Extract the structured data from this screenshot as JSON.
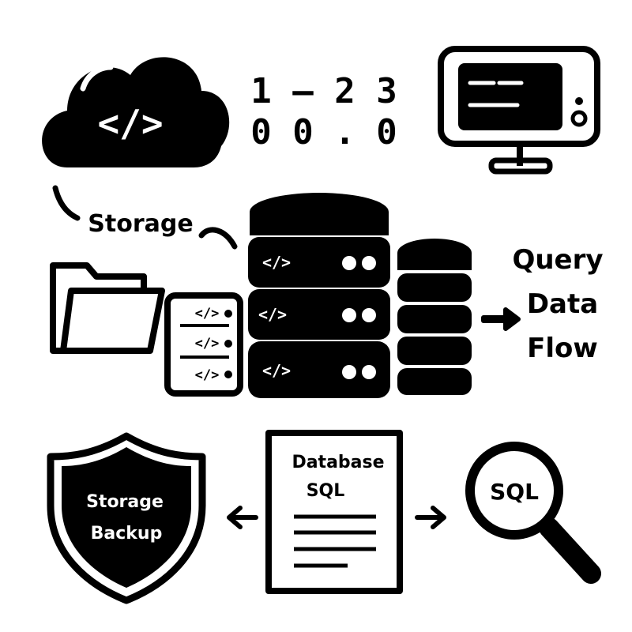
{
  "cloud": {
    "code_glyph": "</>"
  },
  "numbers": {
    "row1": "1 – 2 3",
    "row2": "0 0 . 0"
  },
  "labels": {
    "storage": "Storage",
    "query": "Query",
    "data": "Data",
    "flow": "Flow"
  },
  "server": {
    "code_glyph": "</>"
  },
  "shield": {
    "line1": "Storage",
    "line2": "Backup"
  },
  "document": {
    "line1": "Database",
    "line2": "SQL"
  },
  "magnifier": {
    "text": "SQL"
  },
  "colors": {
    "ink": "#000000",
    "paper": "#ffffff"
  }
}
